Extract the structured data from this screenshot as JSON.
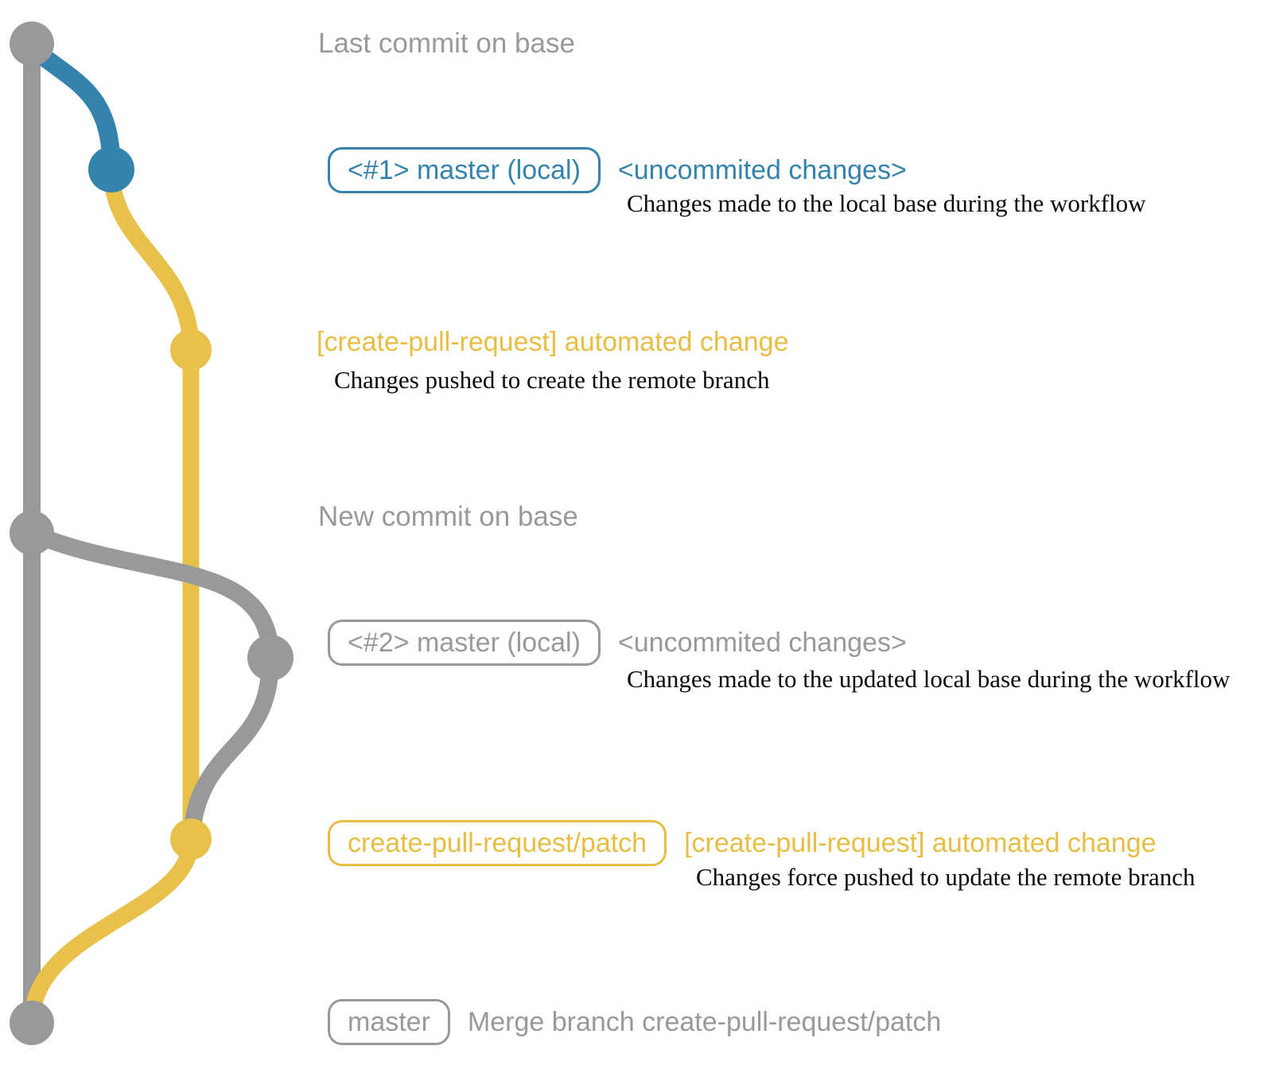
{
  "diagram": {
    "type": "git-graph",
    "colors": {
      "base_branch_gray": "#999999",
      "local_master_blue": "#3383ad",
      "patch_branch_yellow": "#e8c14a",
      "yellow_text": "#e7bd44",
      "description_black": "#0a0a0a",
      "background": "#ffffff"
    },
    "commit_nodes": [
      {
        "order": 1,
        "color": "gray",
        "refers_to": "Last commit on base"
      },
      {
        "order": 2,
        "color": "blue",
        "refers_to": "<#1> master (local) <uncommited changes>"
      },
      {
        "order": 3,
        "color": "yellow",
        "refers_to": "[create-pull-request] automated change"
      },
      {
        "order": 4,
        "color": "gray",
        "refers_to": "New commit on base"
      },
      {
        "order": 5,
        "color": "gray",
        "refers_to": "<#2> master (local) <uncommited changes>"
      },
      {
        "order": 6,
        "color": "yellow",
        "refers_to": "create-pull-request/patch [create-pull-request] automated change"
      },
      {
        "order": 7,
        "color": "gray",
        "refers_to": "master Merge branch create-pull-request/patch"
      }
    ]
  },
  "rows": {
    "r1": {
      "label": "Last commit on base"
    },
    "r2": {
      "badge": "<#1> master (local)",
      "title": "<uncommited changes>",
      "desc": "Changes made to the local base during the workflow"
    },
    "r3": {
      "title": "[create-pull-request] automated change",
      "desc": "Changes pushed to create the remote branch"
    },
    "r4": {
      "label": "New commit on base"
    },
    "r5": {
      "badge": "<#2> master (local)",
      "title": "<uncommited changes>",
      "desc": "Changes made to the updated local base during the workflow"
    },
    "r6": {
      "badge": "create-pull-request/patch",
      "title": "[create-pull-request] automated change",
      "desc": "Changes force pushed to update the remote branch"
    },
    "r7": {
      "badge": "master",
      "title": "Merge branch create-pull-request/patch"
    }
  }
}
